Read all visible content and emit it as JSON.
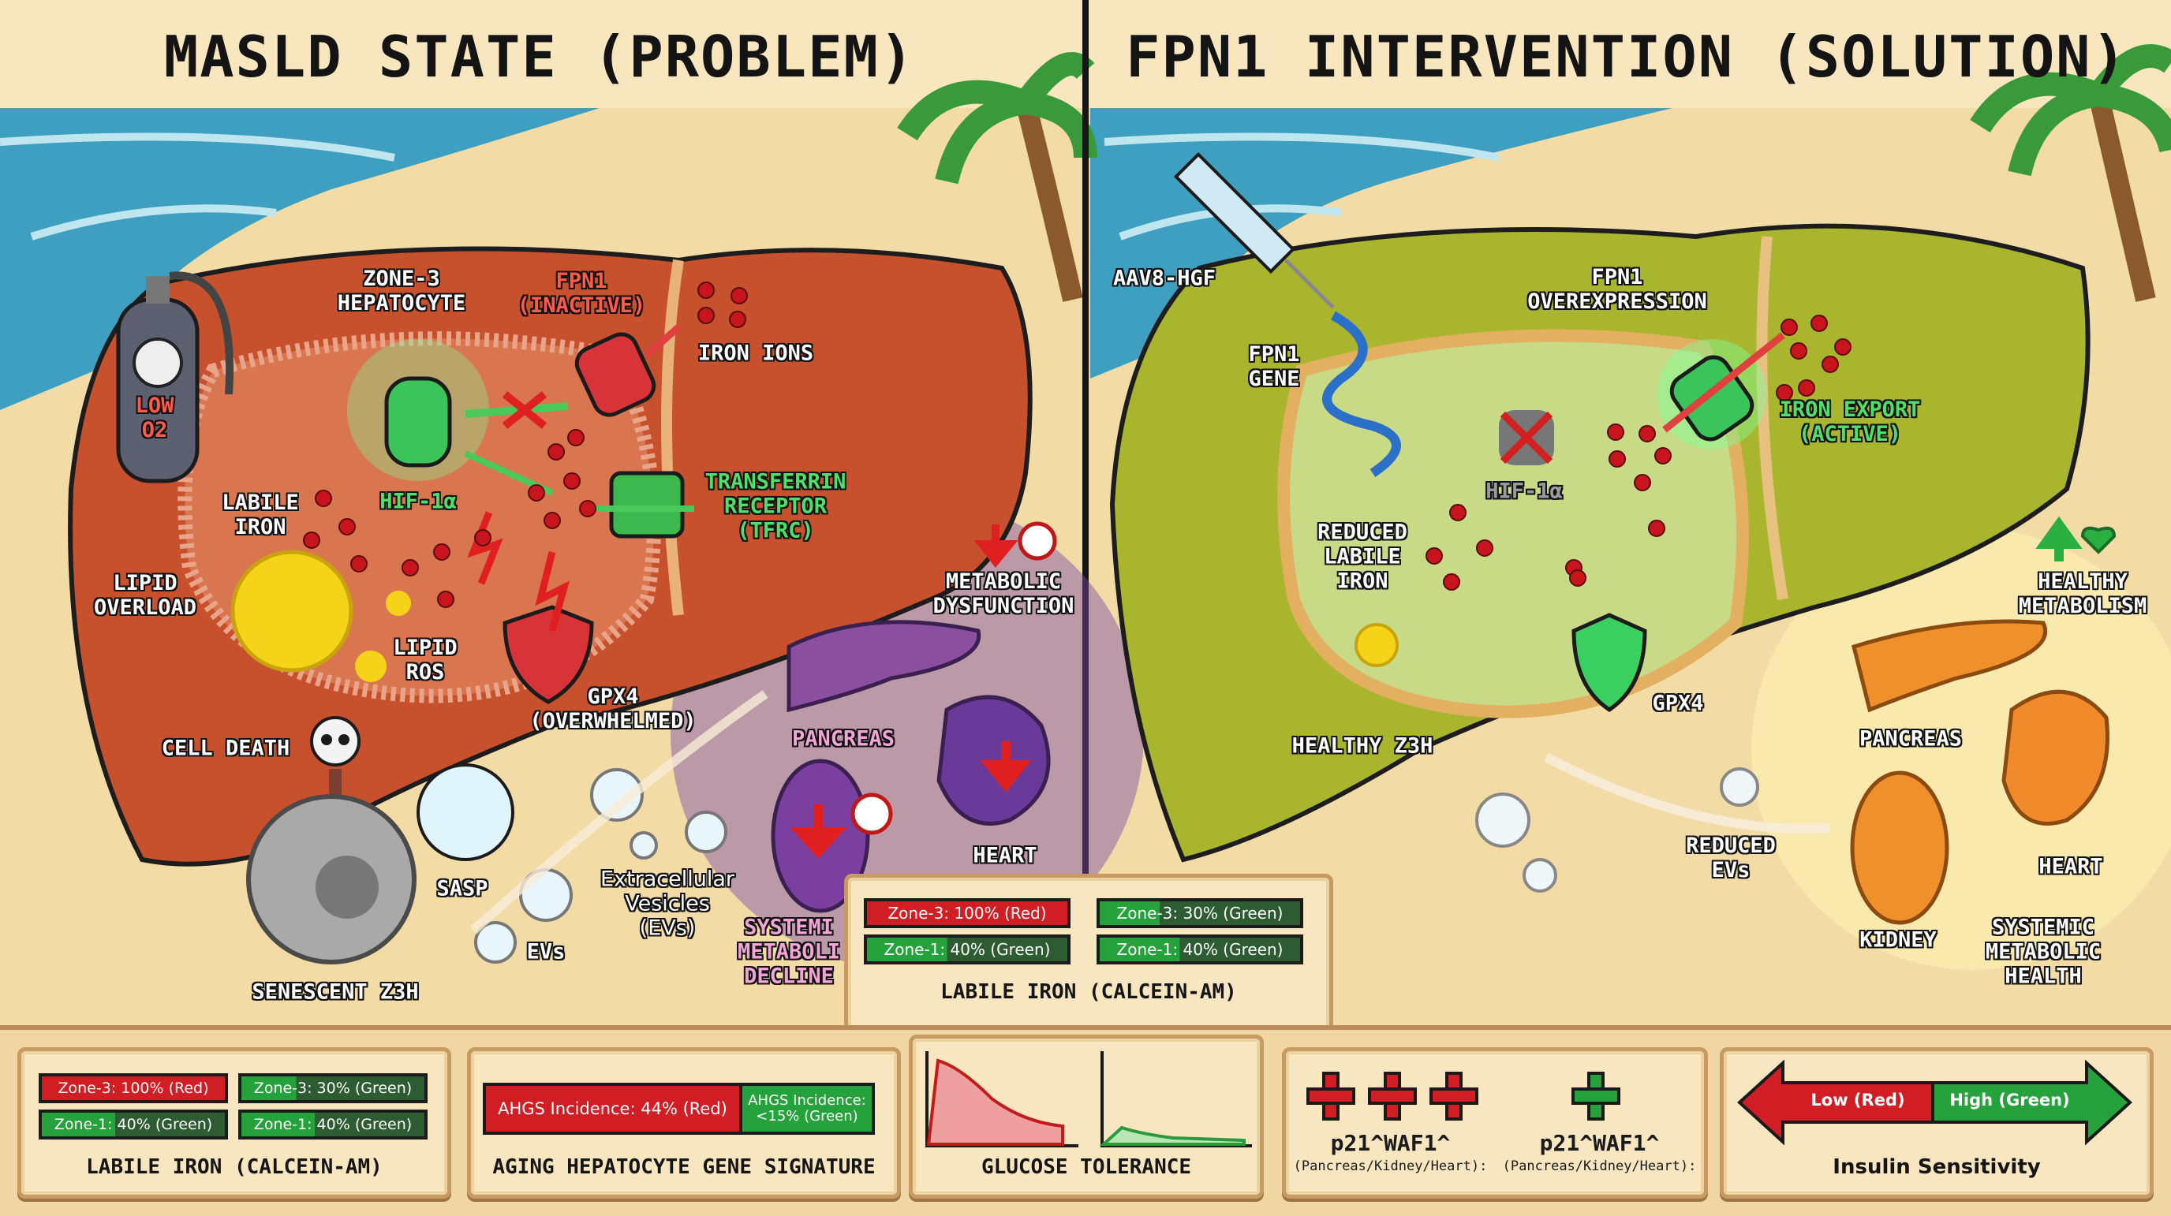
{
  "titles": {
    "left": "MASLD STATE (PROBLEM)",
    "right": "FPN1 INTERVENTION (SOLUTION)"
  },
  "colors": {
    "problem_red": "#d11e25",
    "solution_green": "#25a23c",
    "background_sand": "#f3dba6",
    "liver_problem": "#c6512c",
    "liver_solution": "#a9b52c"
  },
  "left_panel": {
    "labels": {
      "zone3_hepatocyte": "ZONE-3\nHEPATOCYTE",
      "fpn1_inactive": "FPN1\n(INACTIVE)",
      "iron_ions": "IRON IONS",
      "low_o2": "LOW\nO2",
      "labile_iron": "LABILE\nIRON",
      "hif": "HIF-1α",
      "tfrc": "TRANSFERRIN\nRECEPTOR\n(TFRC)",
      "lipid_overload": "LIPID\nOVERLOAD",
      "lipid_ros": "LIPID\nROS",
      "gpx4": "GPX4\n(OVERWHELMED)",
      "metabolic_dysfunction": "METABOLIC\nDYSFUNCTION",
      "cell_death": "CELL DEATH",
      "pancreas": "PANCREAS",
      "heart": "HEART",
      "sasp": "SASP",
      "extracellular_vesicles": "Extracellular\nVesicles\n(EVs)",
      "evs": "EVs",
      "systemic_decline": "SYSTEMI\nMETABOLI\nDECLINE",
      "senescent": "SENESCENT Z3H"
    }
  },
  "right_panel": {
    "labels": {
      "aav8": "AAV8-HGF",
      "fpn1_overexpression": "FPN1\nOVEREXPRESSION",
      "fpn1_gene": "FPN1\nGENE",
      "iron_export": "IRON EXPORT\n(ACTIVE)",
      "hif": "HIF-1α",
      "reduced_labile_iron": "REDUCED\nLABILE\nIRON",
      "healthy_metabolism": "HEALTHY\nMETABOLISM",
      "gpx4": "GPX4",
      "healthy_z3h": "HEALTHY Z3H",
      "pancreas": "PANCREAS",
      "reduced_evs": "REDUCED\nEVs",
      "heart": "HEART",
      "kidney": "KIDNEY",
      "systemic_health": "SYSTEMIC\nMETABOLIC\nHEALTH"
    }
  },
  "center_legend": {
    "problem": [
      {
        "label": "Zone-3: 100% (Red)",
        "fill": 1.0,
        "tone": "red"
      },
      {
        "label": "Zone-1: 40% (Green)",
        "fill": 0.4,
        "tone": "green"
      }
    ],
    "solution": [
      {
        "label": "Zone-3: 30% (Green)",
        "fill": 0.3,
        "tone": "green"
      },
      {
        "label": "Zone-1: 40% (Green)",
        "fill": 0.4,
        "tone": "green"
      }
    ],
    "caption": "LABILE IRON (CALCEIN-AM)"
  },
  "bottom_bar": {
    "labile_iron": {
      "problem": [
        {
          "label": "Zone-3: 100% (Red)",
          "fill": 1.0
        },
        {
          "label": "Zone-1: 40% (Green)",
          "fill": 0.4
        }
      ],
      "solution": [
        {
          "label": "Zone-3: 30% (Green)",
          "fill": 0.3
        },
        {
          "label": "Zone-1: 40% (Green)",
          "fill": 0.4
        }
      ],
      "caption": "LABILE IRON (CALCEIN-AM)"
    },
    "ahgs": {
      "problem": "AHGS Incidence: 44% (Red)",
      "solution": "AHGS Incidence:\n<15% (Green)",
      "caption": "AGING HEPATOCYTE GENE SIGNATURE"
    },
    "glucose": {
      "caption": "GLUCOSE TOLERANCE"
    },
    "p21": {
      "problem_count": 3,
      "solution_count": 1,
      "problem_label": "p21^WAF1^",
      "problem_sub": "(Pancreas/Kidney/Heart):",
      "solution_label": "p21^WAF1^",
      "solution_sub": "(Pancreas/Kidney/Heart):"
    },
    "insulin": {
      "low": "Low (Red)",
      "high": "High (Green)",
      "caption": "Insulin Sensitivity"
    }
  }
}
